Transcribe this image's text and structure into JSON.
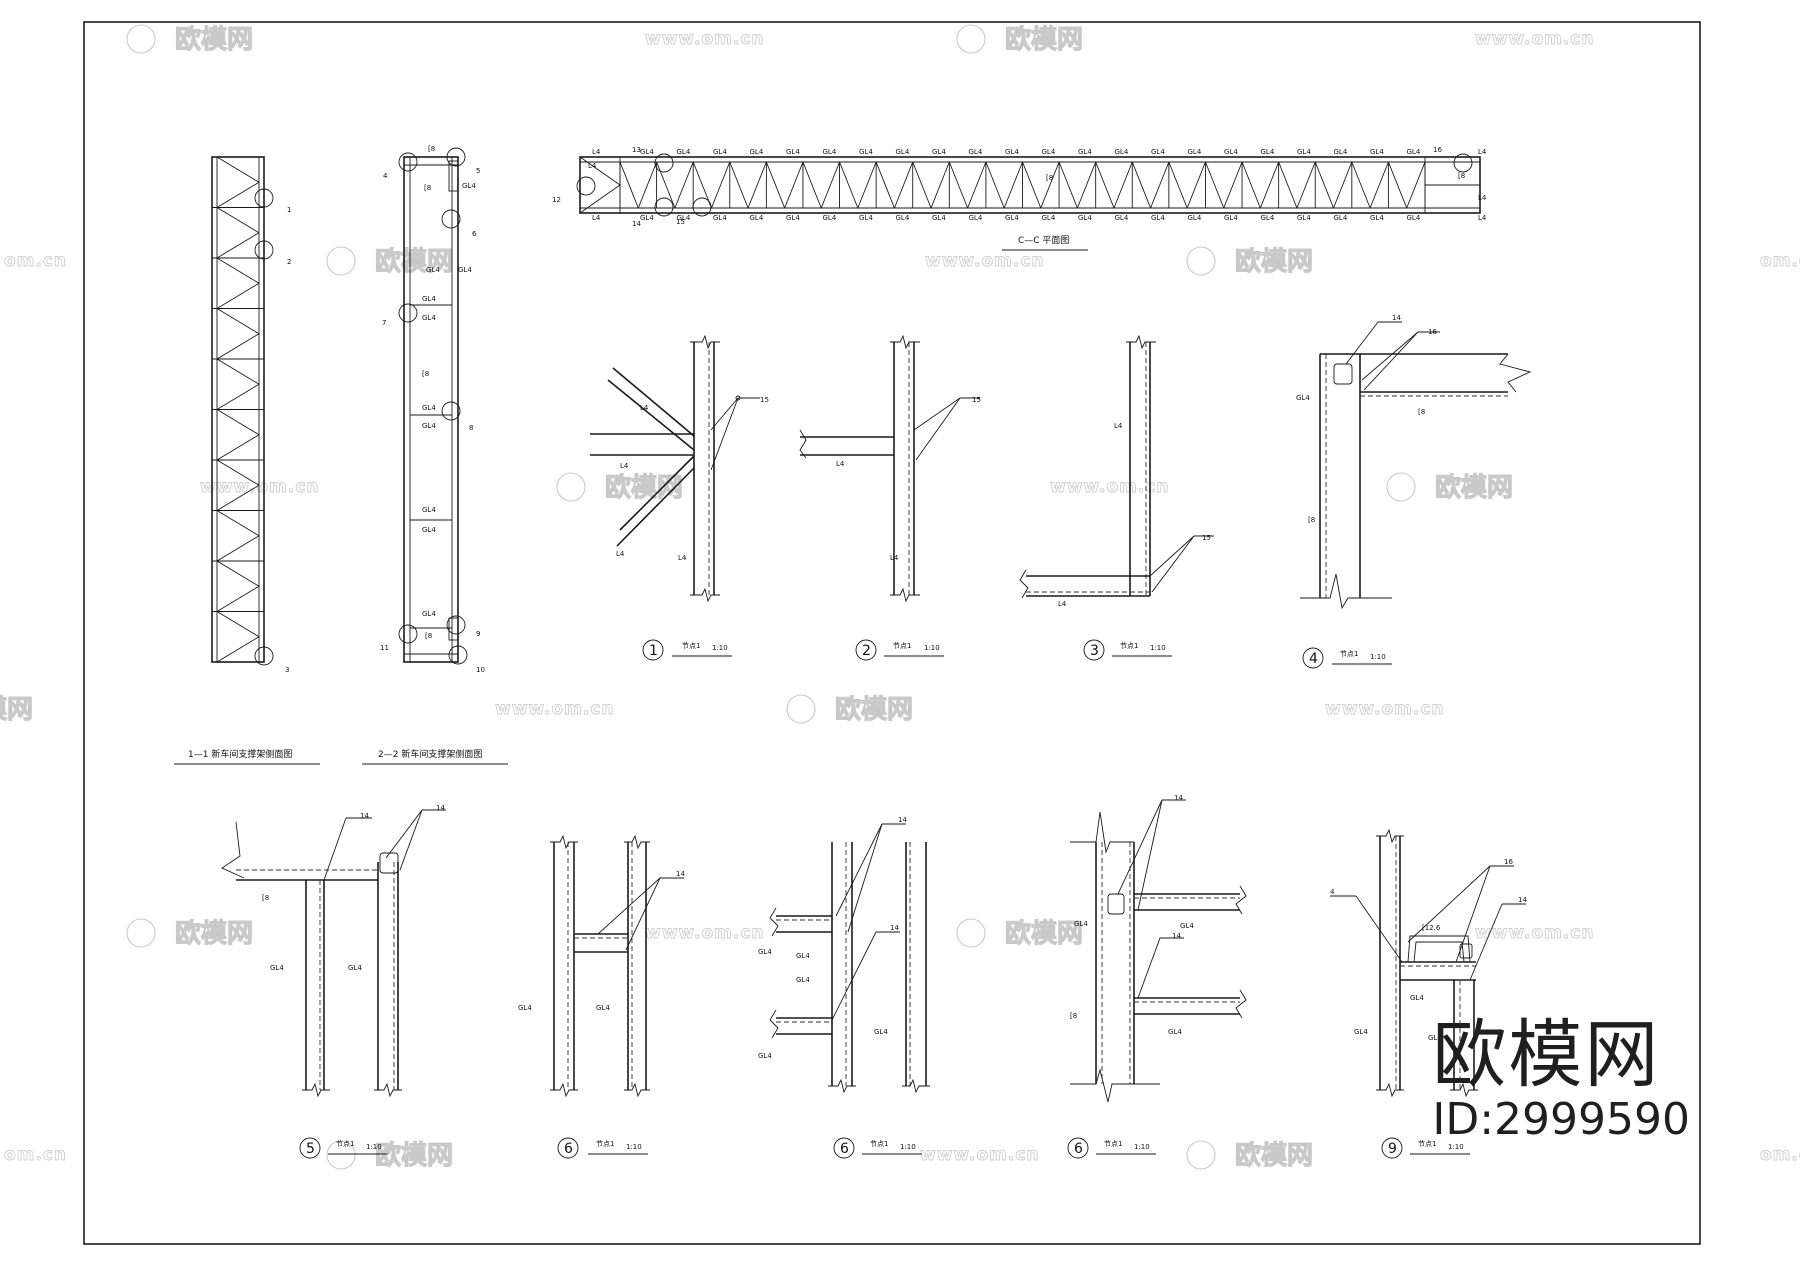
{
  "watermark": {
    "brand": "欧模网",
    "url": "www.om.cn",
    "partial_url": "om.cn"
  },
  "views": {
    "elevation_1_1": "1—1 新车间支撑架侧面图",
    "elevation_2_2": "2—2 新车间支撑架侧面图",
    "plan_cc": "C—C 平面图"
  },
  "member_labels": {
    "gl4": "GL4",
    "l4": "L4",
    "c8": "[8",
    "c12_6": "[12.6"
  },
  "callouts": [
    "1",
    "2",
    "3",
    "4",
    "5",
    "6",
    "7",
    "8",
    "9",
    "10",
    "11",
    "12",
    "13",
    "14",
    "15",
    "16"
  ],
  "details": [
    {
      "num": "1",
      "label": "节点1",
      "scale": "1:10",
      "leader": "15"
    },
    {
      "num": "2",
      "label": "节点1",
      "scale": "1:10",
      "leader": "15"
    },
    {
      "num": "3",
      "label": "节点1",
      "scale": "1:10",
      "leader": "15"
    },
    {
      "num": "4",
      "label": "节点1",
      "scale": "1:10",
      "leader": "14",
      "leader2": "16"
    },
    {
      "num": "5",
      "label": "节点1",
      "scale": "1:10",
      "leader": "14",
      "leader2": "14"
    },
    {
      "num": "6",
      "label": "节点1",
      "scale": "1:10",
      "leader": "14"
    },
    {
      "num": "6",
      "label": "节点1",
      "scale": "1:10",
      "leader": "14",
      "leader2": "14"
    },
    {
      "num": "6",
      "label": "节点1",
      "scale": "1:10",
      "leader": "14",
      "leader2": "14"
    },
    {
      "num": "9",
      "label": "节点1",
      "scale": "1:10",
      "leader": "16",
      "leader2": "14"
    }
  ],
  "brand_mark": {
    "name": "欧模网",
    "id": "ID:2999590"
  }
}
